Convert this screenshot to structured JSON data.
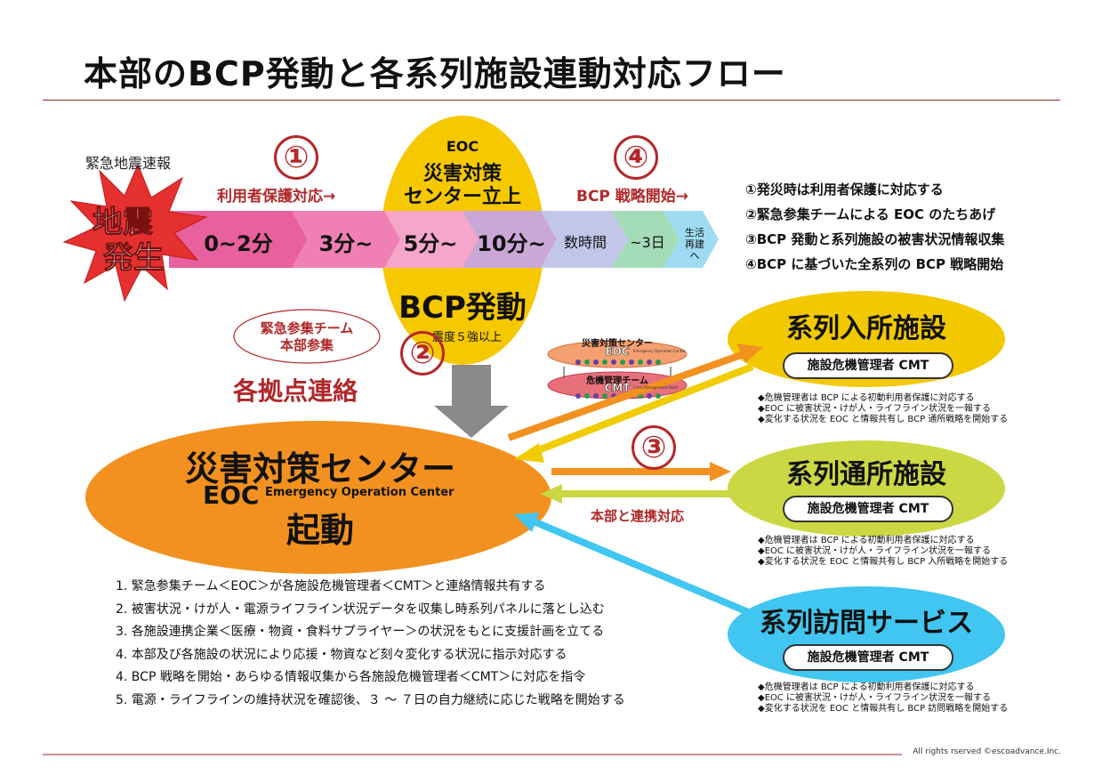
{
  "title": "本部のBCP発動と各系列施設連動対応フロー",
  "quake_alert": "緊急地震速報",
  "burst_line1": "地震",
  "burst_line2": "発生",
  "steps_top": [
    {
      "num": "①",
      "label": "利用者保護対応→"
    },
    {
      "num": "④",
      "label": "BCP 戦略開始→"
    }
  ],
  "eoc_top": {
    "line1": "EOC",
    "line2": "災害対策",
    "line3": "センター立上"
  },
  "timeline": [
    "0~2分",
    "3分~",
    "5分~",
    "10分~",
    "数時間",
    "~3日",
    "生活再建へ"
  ],
  "bcp": {
    "title": "BCP発動",
    "sub": "震度５強以上"
  },
  "notes": [
    "①発災時は利用者保護に対応する",
    "②緊急参集チームによる EOC のたちあげ",
    "③BCP 発動と系列施設の被害状況情報収集",
    "④BCP に基づいた全系列の BCP 戦略開始"
  ],
  "team": {
    "line1": "緊急参集チーム",
    "line2": "本部参集"
  },
  "step2": "②",
  "step3": "③",
  "hub_contact": "各拠点連絡",
  "mini": {
    "top_title": "災害対策センター",
    "top_big": "EOC",
    "top_small": "Emergency Operation Center",
    "bot_title": "危機管理チーム",
    "bot_big": "CMT",
    "bot_small": "Crisis Management Team"
  },
  "center": {
    "line1": "災害対策センター",
    "eoc": "EOC",
    "eoc_full": "Emergency Operation Center",
    "line3": "起動"
  },
  "liaison": "本部と連携対応",
  "facilities": [
    {
      "name": "系列入所施設",
      "cmt": "施設危機管理者 CMT",
      "color": "#f2c800",
      "bullets": [
        "◆危機管理者は BCP による初動利用者保護に対応する",
        "◆EOC に被害状況・けが人・ライフライン状況を一報する",
        "◆変化する状況を EOC と情報共有し BCP 通所戦略を開始する"
      ]
    },
    {
      "name": "系列通所施設",
      "cmt": "施設危機管理者 CMT",
      "color": "#c9d840",
      "bullets": [
        "◆危機管理者は BCP による初動利用者保護に対応する",
        "◆EOC に被害状況・けが人・ライフライン状況を一報する",
        "◆変化する状況を EOC と情報共有し BCP 入所戦略を開始する"
      ]
    },
    {
      "name": "系列訪問サービス",
      "cmt": "施設危機管理者 CMT",
      "color": "#3fc6f0",
      "bullets": [
        "◆危機管理者は BCP による初動利用者保護に対応する",
        "◆EOC に被害状況・けが人・ライフライン状況を一報する",
        "◆変化する状況を EOC と情報共有し BCP 訪問戦略を開始する"
      ]
    }
  ],
  "steps": [
    "1. 緊急参集チーム＜EOC＞が各施設危機管理者＜CMT＞と連絡情報共有する",
    "2. 被害状況・けが人・電源ライフライン状況データを収集し時系列パネルに落とし込む",
    "3. 各施設連携企業＜医療・物資・食料サプライヤー＞の状況をもとに支援計画を立てる",
    "4. 本部及び各施設の状況により応援・物資など刻々変化する状況に指示対応する",
    "4. BCP 戦略を開始・あらゆる情報収集から各施設危機管理者＜CMT＞に対応を指令",
    "5. 電源・ライフラインの維持状況を確認後、３ ～ ７日の自力継続に応じた戦略を開始する"
  ],
  "footer": "All rights rserved ©escoadvance.Inc."
}
